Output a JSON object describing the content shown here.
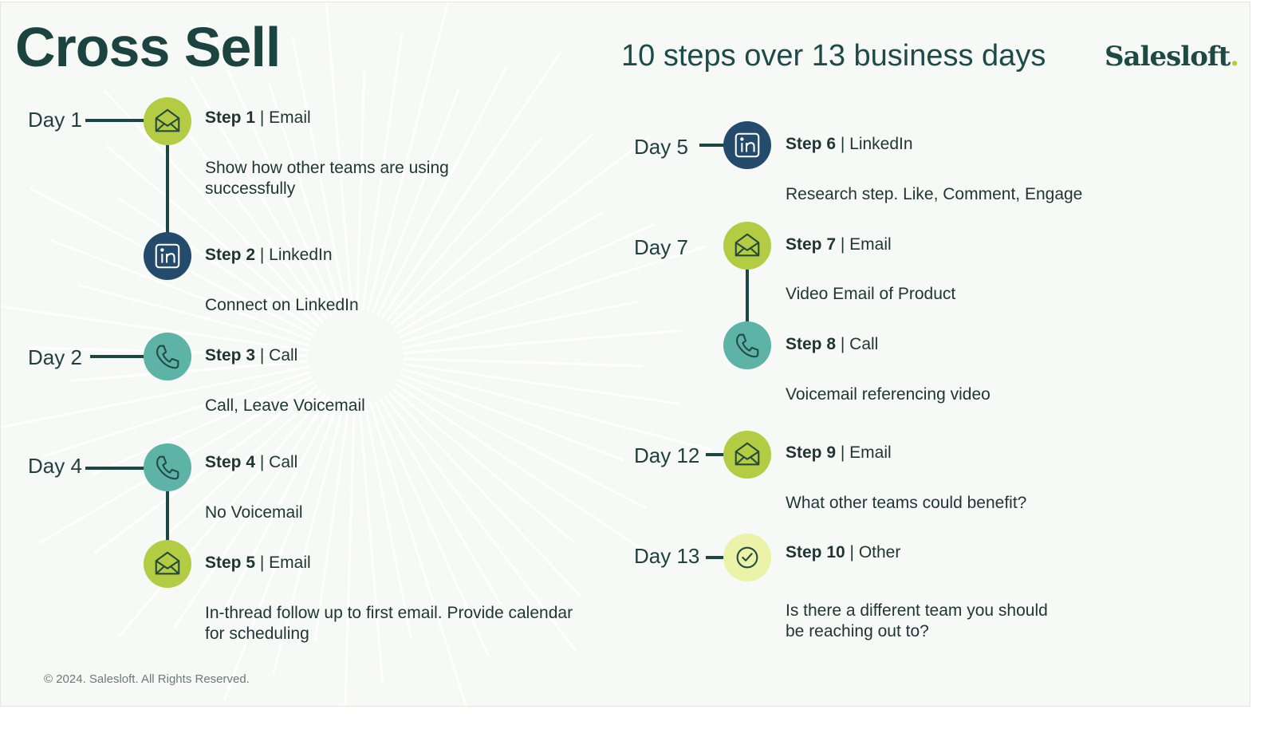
{
  "title": "Cross Sell",
  "subtitle": "10 steps over 13 business days",
  "brand": {
    "name": "Salesloft",
    "dot": "."
  },
  "colors": {
    "email": "#b4cc43",
    "linkedin": "#244a6c",
    "call": "#5cb3a6",
    "other": "#eaf3a8",
    "dark": "#1d4744"
  },
  "days": {
    "d1": "Day 1",
    "d2": "Day 2",
    "d4": "Day 4",
    "d5": "Day 5",
    "d7": "Day 7",
    "d12": "Day 12",
    "d13": "Day 13"
  },
  "steps": [
    {
      "label": "Step 1",
      "sep": " | ",
      "channel": "Email",
      "icon": "email-icon",
      "desc": "Show how other teams are using successfully"
    },
    {
      "label": "Step 2",
      "sep": " | ",
      "channel": "LinkedIn",
      "icon": "linkedin-icon",
      "desc": "Connect on LinkedIn"
    },
    {
      "label": "Step 3",
      "sep": " | ",
      "channel": "Call",
      "icon": "phone-icon",
      "desc": "Call, Leave Voicemail"
    },
    {
      "label": "Step 4",
      "sep": " | ",
      "channel": "Call",
      "icon": "phone-icon",
      "desc": "No Voicemail"
    },
    {
      "label": "Step 5",
      "sep": " | ",
      "channel": "Email",
      "icon": "email-icon",
      "desc": "In-thread follow up to first email. Provide calendar for scheduling"
    },
    {
      "label": "Step 6",
      "sep": " | ",
      "channel": "LinkedIn",
      "icon": "linkedin-icon",
      "desc": "Research step. Like, Comment, Engage"
    },
    {
      "label": "Step 7",
      "sep": " | ",
      "channel": "Email",
      "icon": "email-icon",
      "desc": "Video Email of Product"
    },
    {
      "label": "Step 8",
      "sep": " | ",
      "channel": "Call",
      "icon": "phone-icon",
      "desc": "Voicemail referencing video"
    },
    {
      "label": "Step 9",
      "sep": " | ",
      "channel": "Email",
      "icon": "email-icon",
      "desc": "What other teams could benefit?"
    },
    {
      "label": "Step 10",
      "sep": " | ",
      "channel": "Other",
      "icon": "check-circle-icon",
      "desc": "Is there a different team you should be reaching out to?"
    }
  ],
  "copyright": "© 2024. Salesloft. All Rights Reserved."
}
